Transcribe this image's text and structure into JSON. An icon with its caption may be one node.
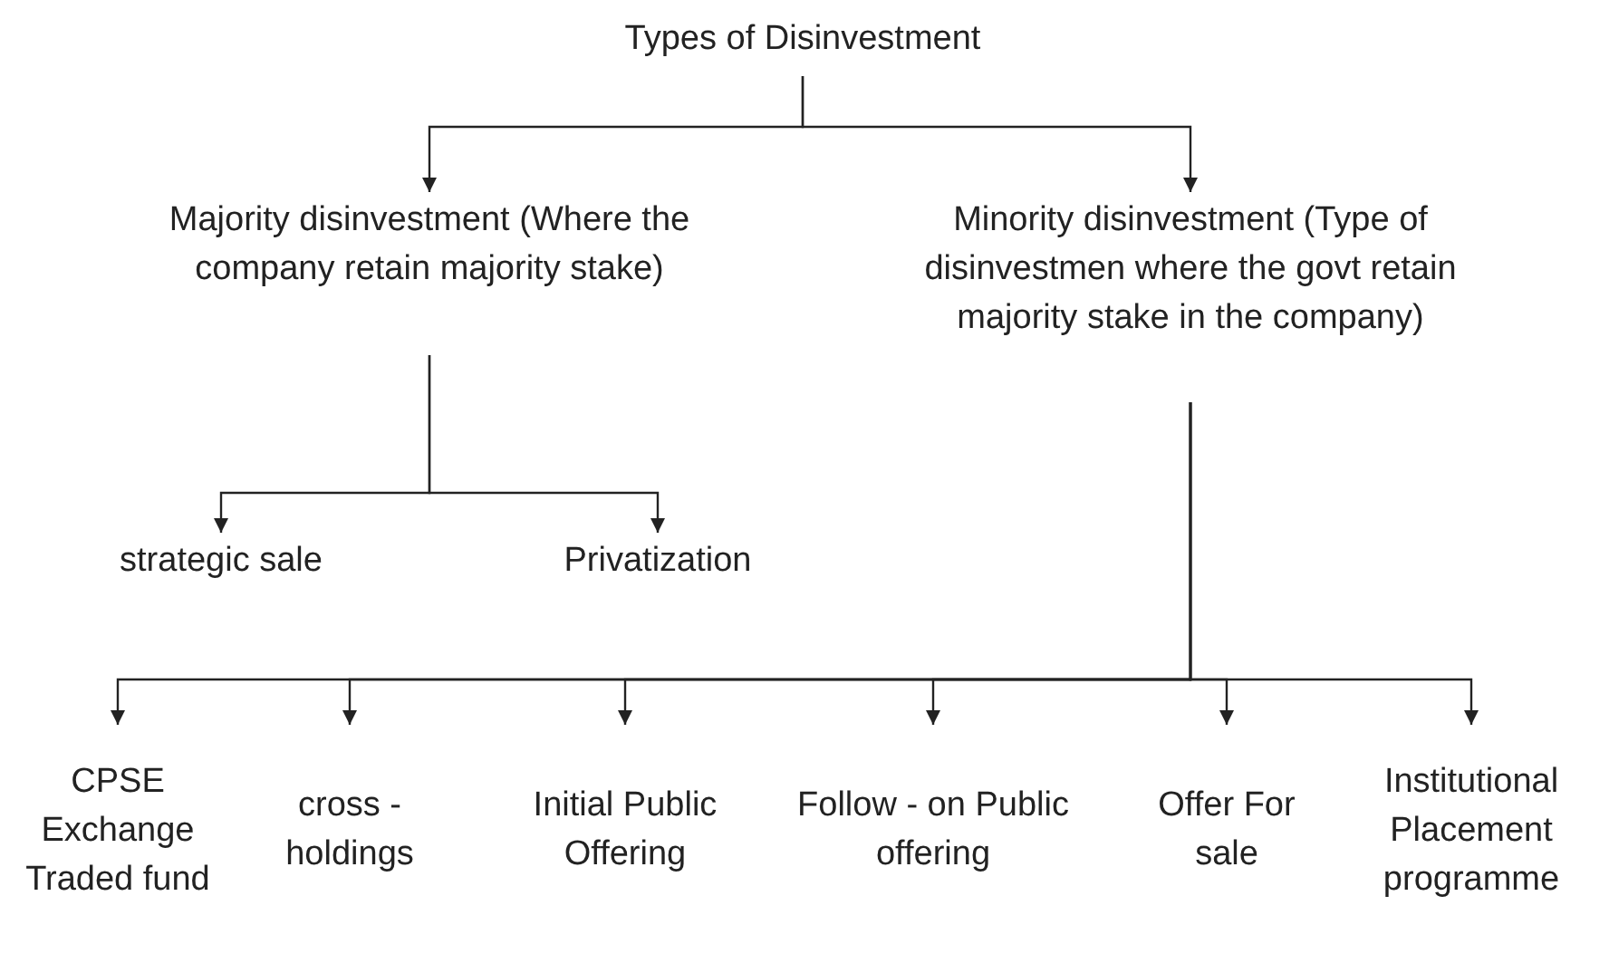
{
  "diagram": {
    "nodes": [
      {
        "text": [
          "Types of Disinvestment"
        ]
      },
      {
        "text": [
          "Majority disinvestment (Where the company retain majority stake)"
        ]
      },
      {
        "text": [
          "Minority disinvestment (Type of disinvestmen where the govt retain majority stake in the company)"
        ]
      },
      {
        "text": [
          "strategic sale"
        ]
      },
      {
        "text": [
          "Privatization"
        ]
      },
      {
        "text": [
          "CPSE Exchange Traded fund"
        ]
      },
      {
        "text": [
          "cross - holdings"
        ]
      },
      {
        "text": [
          "Initial Public Offering"
        ]
      },
      {
        "text": [
          "Follow - on Public offering"
        ]
      },
      {
        "text": [
          "Offer For sale"
        ]
      },
      {
        "text": [
          "Institutional Placement programme"
        ]
      }
    ],
    "edges": [
      {
        "from": 0,
        "to": 1,
        "arrow": "to"
      },
      {
        "from": 0,
        "to": 2,
        "arrow": "to"
      },
      {
        "from": 1,
        "to": 3,
        "arrow": "to"
      },
      {
        "from": 1,
        "to": 4,
        "arrow": "to"
      },
      {
        "from": 2,
        "to": 5,
        "arrow": "to"
      },
      {
        "from": 2,
        "to": 6,
        "arrow": "to"
      },
      {
        "from": 2,
        "to": 7,
        "arrow": "to"
      },
      {
        "from": 2,
        "to": 8,
        "arrow": "to"
      },
      {
        "from": 2,
        "to": 9,
        "arrow": "to"
      },
      {
        "from": 2,
        "to": 10,
        "arrow": "to"
      }
    ]
  }
}
